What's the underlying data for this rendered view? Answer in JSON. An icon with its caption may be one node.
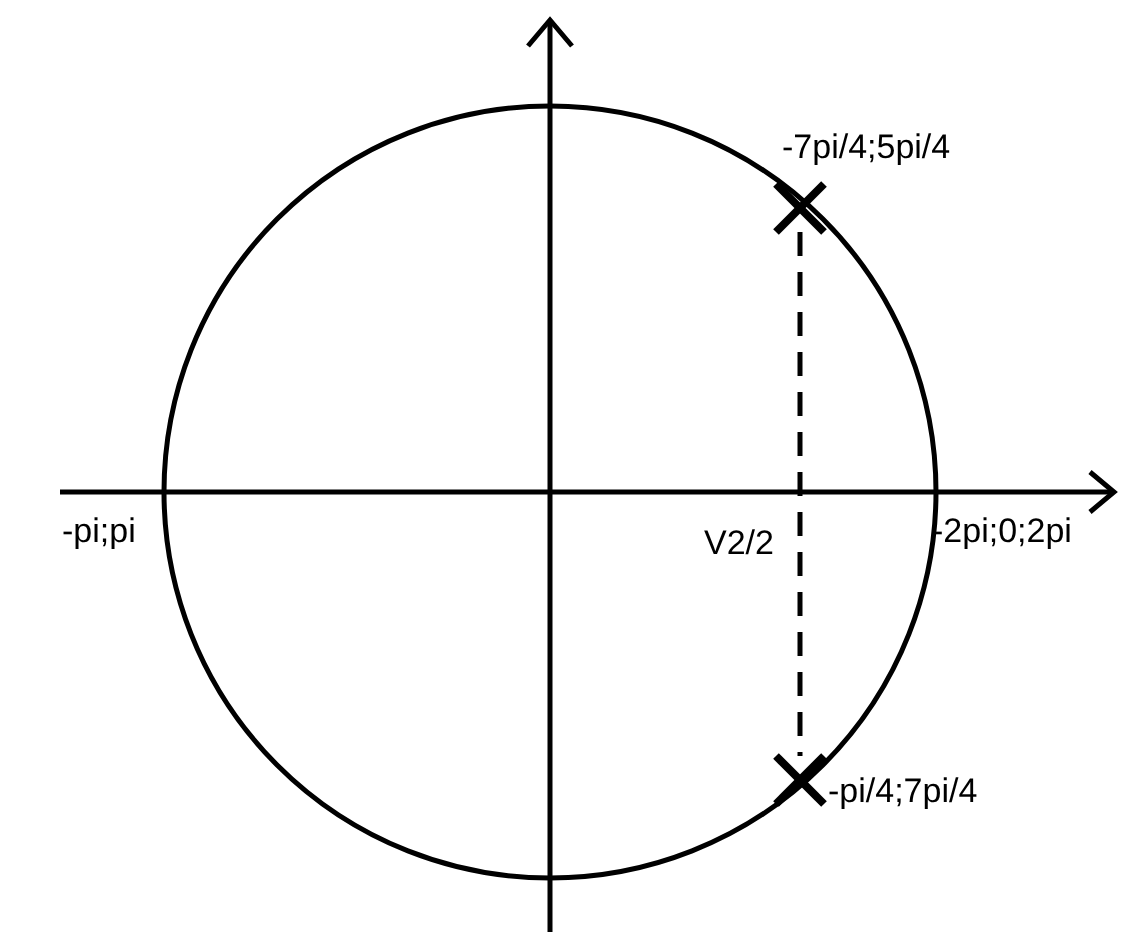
{
  "diagram": {
    "nodes": [
      {
        "text": [],
        "shape": "cross",
        "beside": [
          "-7pi/4;5pi/4"
        ]
      },
      {
        "text": [],
        "shape": "cross",
        "beside": [
          "-pi/4;7pi/4"
        ]
      }
    ],
    "edges": [
      {
        "from": 0,
        "to": 1,
        "arrow": "none",
        "style": "dashed"
      }
    ],
    "labels": [
      "-pi;pi",
      "V2/2",
      "-2pi;0;2pi"
    ]
  }
}
